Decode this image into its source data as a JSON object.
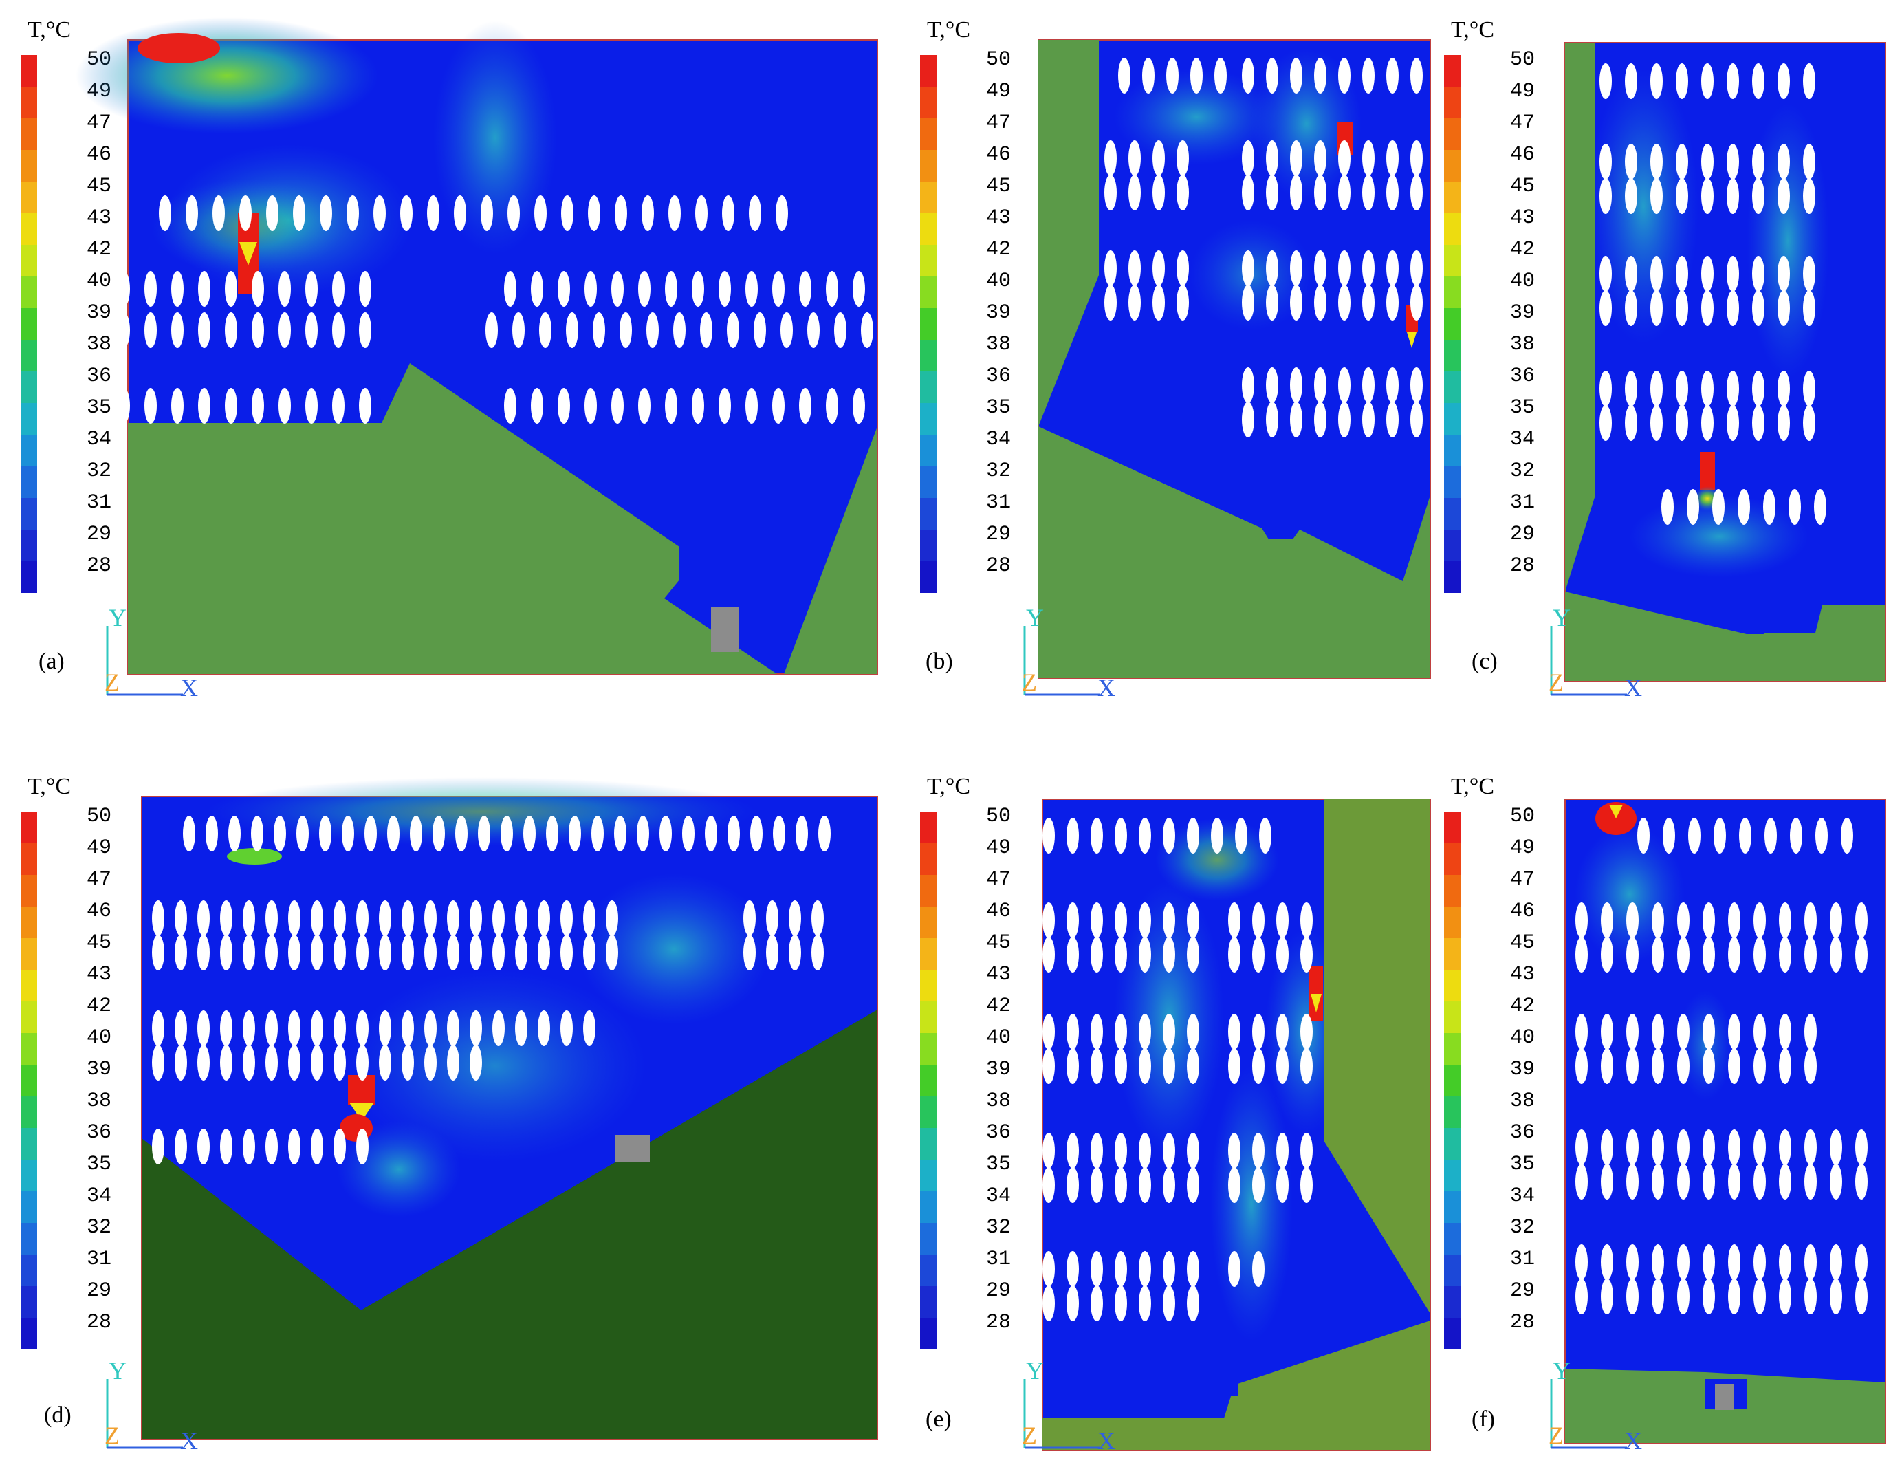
{
  "legend": {
    "title": "T,°C",
    "ticks": [
      "50",
      "49",
      "47",
      "46",
      "45",
      "43",
      "42",
      "40",
      "39",
      "38",
      "36",
      "35",
      "34",
      "32",
      "31",
      "29",
      "28"
    ],
    "colors": [
      "#e8201a",
      "#ee4414",
      "#f06a10",
      "#f29012",
      "#f4b418",
      "#eddc10",
      "#c8e418",
      "#88dc20",
      "#44cc28",
      "#28c45c",
      "#20bca0",
      "#1cb0c8",
      "#1a90d8",
      "#1c6cdc",
      "#1c48d8",
      "#1a2ad0",
      "#1414c8"
    ]
  },
  "panels": [
    {
      "label": "(a)"
    },
    {
      "label": "(b)"
    },
    {
      "label": "(c)"
    },
    {
      "label": "(d)"
    },
    {
      "label": "(e)"
    },
    {
      "label": "(f)"
    }
  ],
  "axes": {
    "y": "Y",
    "z": "Z",
    "x": "X"
  },
  "colors": {
    "field_blue": "#0a1ee8",
    "ground_green": "#5b9a48",
    "ground_dark_green": "#245a18",
    "hot_red": "#e81c14",
    "warm_yellow": "#f2e414",
    "cyan_plume": "#22c8b8",
    "obstacle_gray": "#8c8c8c",
    "axis_y_cyan": "#30c8c0",
    "axis_z_orange": "#f0a030",
    "axis_x_blue": "#3060e0"
  }
}
